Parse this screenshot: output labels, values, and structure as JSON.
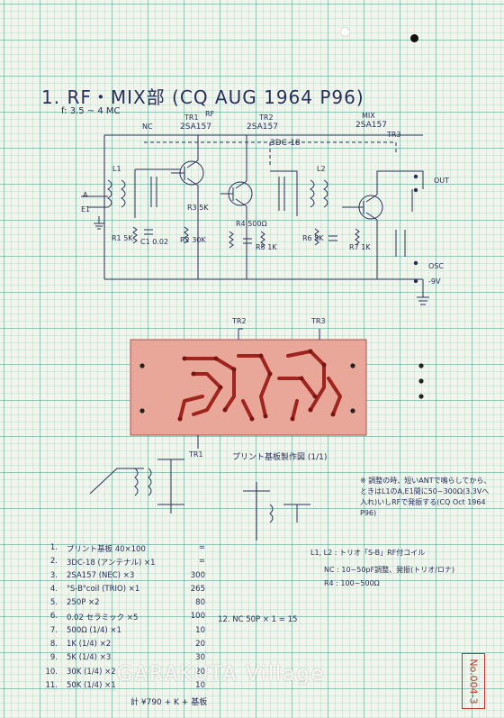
{
  "title": "1. RF・MIX部 (CQ AUG 1964 P96)",
  "frequency": "f: 3.5 ~ 4 MC",
  "schematic_labels": {
    "nc": "NC",
    "tr1": "TR1",
    "rf": "RF",
    "tr1_type": "2SA157",
    "tr2": "TR2",
    "tr2_type": "2SA157",
    "mix": "MIX",
    "tr3_type": "2SA157",
    "tr3": "TR3",
    "coil_3dc": "3DC-18",
    "l1": "L1",
    "l2": "L2",
    "out": "OUT",
    "osc": "OSC",
    "minus9v": "-9V",
    "a": "A",
    "e1": "E1",
    "r1": "R1 5K",
    "r2": "R2 30K",
    "r3": "R3 5K",
    "r4": "R4 500Ω",
    "r5": "R5 1K",
    "r6": "R6 5K",
    "r7": "R7 1K",
    "c1": "C1 0.02"
  },
  "pcb": {
    "tr2": "TR2",
    "tr3": "TR3",
    "tr1": "TR1",
    "caption": "プリント基板製作図 (1/1)"
  },
  "note": "※ 調整の時、短いANTで鳴らしてから、ときはL1のA,E1間に50~300Ω(3.3Vへ入れ)いしRFで発振する(CQ Oct 1964 P96)",
  "parts_right": [
    "L1, L2 : トリオ「S-B」RF付コイル",
    "NC : 10~50pF調整、発振(トリオ/ロナ)",
    "R4 : 100~500Ω"
  ],
  "extra_item": "12. NC 50P × 1 = 15",
  "bom": [
    {
      "no": "1.",
      "item": "プリント基板 40×100",
      "price": "="
    },
    {
      "no": "2.",
      "item": "3DC-18 (アンテナル) ×1",
      "price": "="
    },
    {
      "no": "3.",
      "item": "2SA157 (NEC) ×3",
      "price": "300"
    },
    {
      "no": "4.",
      "item": "\"S-B\"coil (TRIO) ×1",
      "price": "265"
    },
    {
      "no": "5.",
      "item": "250P ×2",
      "price": "80"
    },
    {
      "no": "6.",
      "item": "0.02 セラミック ×5",
      "price": "100"
    },
    {
      "no": "7.",
      "item": "500Ω (1/4) ×1",
      "price": "10"
    },
    {
      "no": "8.",
      "item": "1K (1/4) ×2",
      "price": "20"
    },
    {
      "no": "9.",
      "item": "5K (1/4) ×3",
      "price": "30"
    },
    {
      "no": "10.",
      "item": "30K (1/4) ×2",
      "price": "20"
    },
    {
      "no": "11.",
      "item": "50K (1/4) ×1",
      "price": "10"
    }
  ],
  "total": "計 ¥790 + K + 基板",
  "stamp": "No.004-3",
  "watermark": "GARAKUTA Village"
}
